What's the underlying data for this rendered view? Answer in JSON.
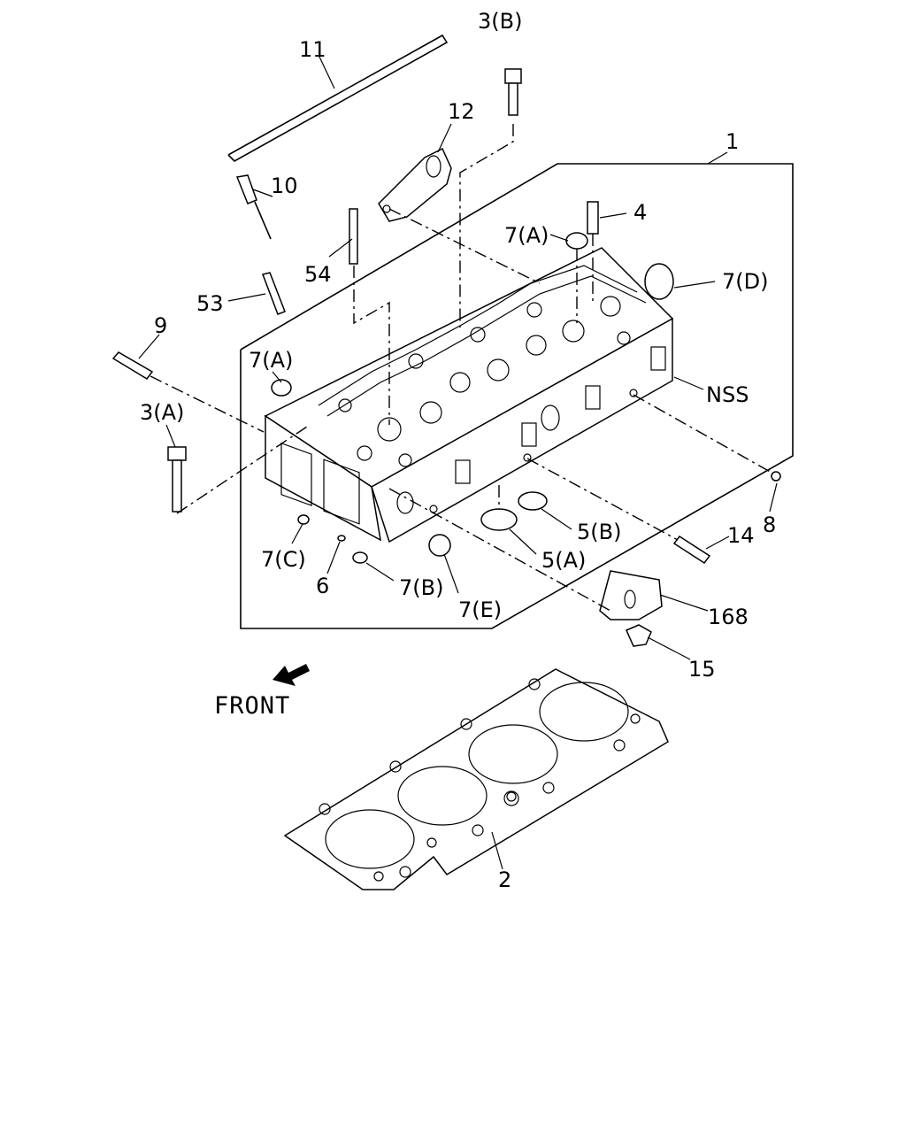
{
  "diagram": {
    "front_label": "FRONT",
    "callouts": [
      {
        "id": "1",
        "text": "1"
      },
      {
        "id": "2",
        "text": "2"
      },
      {
        "id": "3b",
        "text": "3(B)"
      },
      {
        "id": "3a",
        "text": "3(A)"
      },
      {
        "id": "4",
        "text": "4"
      },
      {
        "id": "5a",
        "text": "5(A)"
      },
      {
        "id": "5b",
        "text": "5(B)"
      },
      {
        "id": "6",
        "text": "6"
      },
      {
        "id": "7a1",
        "text": "7(A)"
      },
      {
        "id": "7a2",
        "text": "7(A)"
      },
      {
        "id": "7b",
        "text": "7(B)"
      },
      {
        "id": "7c",
        "text": "7(C)"
      },
      {
        "id": "7d",
        "text": "7(D)"
      },
      {
        "id": "7e",
        "text": "7(E)"
      },
      {
        "id": "8",
        "text": "8"
      },
      {
        "id": "9",
        "text": "9"
      },
      {
        "id": "10",
        "text": "10"
      },
      {
        "id": "11",
        "text": "11"
      },
      {
        "id": "12",
        "text": "12"
      },
      {
        "id": "14",
        "text": "14"
      },
      {
        "id": "15",
        "text": "15"
      },
      {
        "id": "53",
        "text": "53"
      },
      {
        "id": "54",
        "text": "54"
      },
      {
        "id": "168",
        "text": "168"
      },
      {
        "id": "nss",
        "text": "NSS"
      }
    ]
  }
}
